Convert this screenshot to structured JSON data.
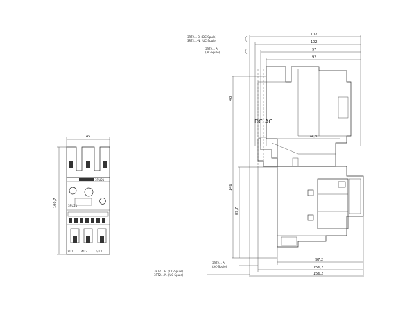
{
  "front_view": {
    "dim_width": "45",
    "dim_height": "100,7",
    "label_top": "3RU21",
    "label_middle": "3RU21",
    "terminal_labels": [
      "2/T1",
      "4/T2",
      "6/T3"
    ]
  },
  "side_view": {
    "dim_top_lines": [
      "107",
      "102",
      "97",
      "92"
    ],
    "legend_top_dc": "3RT2...-B. (DC-Spule)",
    "legend_top_uc": "3RT2...-N. (UC-Spule)",
    "legend_top_ac_a": "3RT2...-A.",
    "legend_top_ac_b": "(AC-Spule)",
    "dim_left_43": "43",
    "dim_left_146": "146",
    "dim_left_897": "89,7",
    "label_dc": "DC",
    "label_ac": "AC",
    "dim_mid_743": "74,3",
    "dim_bottom_lines": [
      "97,2",
      "156,2",
      "156,2"
    ],
    "legend_bottom_ac_a": "3RT2...-A.",
    "legend_bottom_ac_b": "(AC-Spule)",
    "legend_bottom_dc": "3RT2...-B. (DC-Spule)",
    "legend_bottom_uc": "3RT2...-N. (UC-Spule)"
  }
}
